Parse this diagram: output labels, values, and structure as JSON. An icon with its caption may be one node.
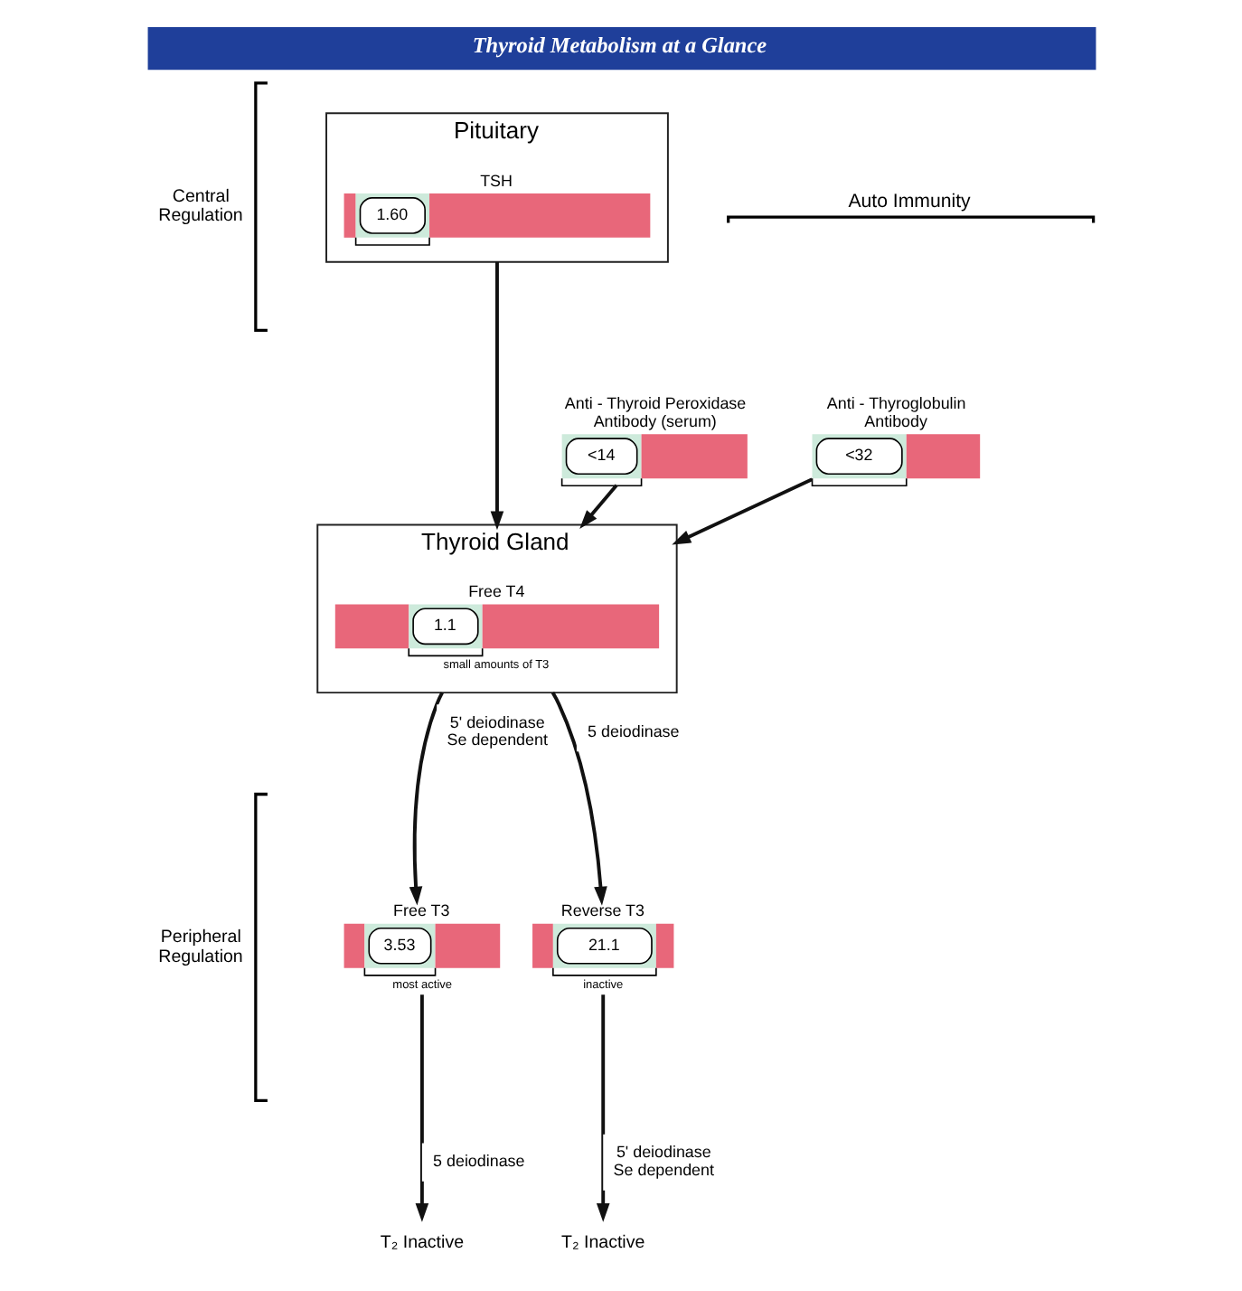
{
  "diagram": {
    "title": "Thyroid Metabolism at a Glance",
    "nodes": [
      {
        "text": [
          "Pituitary"
        ]
      },
      {
        "text": [
          "1.60"
        ],
        "beside": [
          "TSH"
        ],
        "in": 0
      },
      {
        "text": [
          "Thyroid Gland"
        ]
      },
      {
        "text": [
          "1.1"
        ],
        "beside": [
          "Free T4",
          "small amounts of T3"
        ],
        "in": 2
      },
      {
        "text": [
          "<14"
        ],
        "beside": [
          "Anti - Thyroid Peroxidase Antibody (serum)"
        ]
      },
      {
        "text": [
          "<32"
        ],
        "beside": [
          "Anti - Thyroglobulin Antibody"
        ]
      },
      {
        "text": [
          "3.53"
        ],
        "beside": [
          "Free T3",
          "most active"
        ]
      },
      {
        "text": [
          "21.1"
        ],
        "beside": [
          "Reverse T3",
          "inactive"
        ]
      },
      {
        "text": [
          "T₂ Inactive"
        ]
      },
      {
        "text": [
          "T₂ Inactive"
        ]
      }
    ],
    "edges": [
      {
        "from": 0,
        "to": 2,
        "arrow": "to"
      },
      {
        "from": 4,
        "to": 2,
        "arrow": "to"
      },
      {
        "from": 5,
        "to": 2,
        "arrow": "to"
      },
      {
        "from": 2,
        "to": 6,
        "arrow": "to",
        "label": "5' deiodinase Se dependent"
      },
      {
        "from": 2,
        "to": 7,
        "arrow": "to",
        "label": "5 deiodinase"
      },
      {
        "from": 6,
        "to": 8,
        "arrow": "to",
        "label": "5 deiodinase"
      },
      {
        "from": 7,
        "to": 9,
        "arrow": "to",
        "label": "5' deiodinase Se dependent"
      }
    ],
    "labels": [
      "Central Regulation",
      "Auto Immunity",
      "Peripheral Regulation"
    ]
  }
}
